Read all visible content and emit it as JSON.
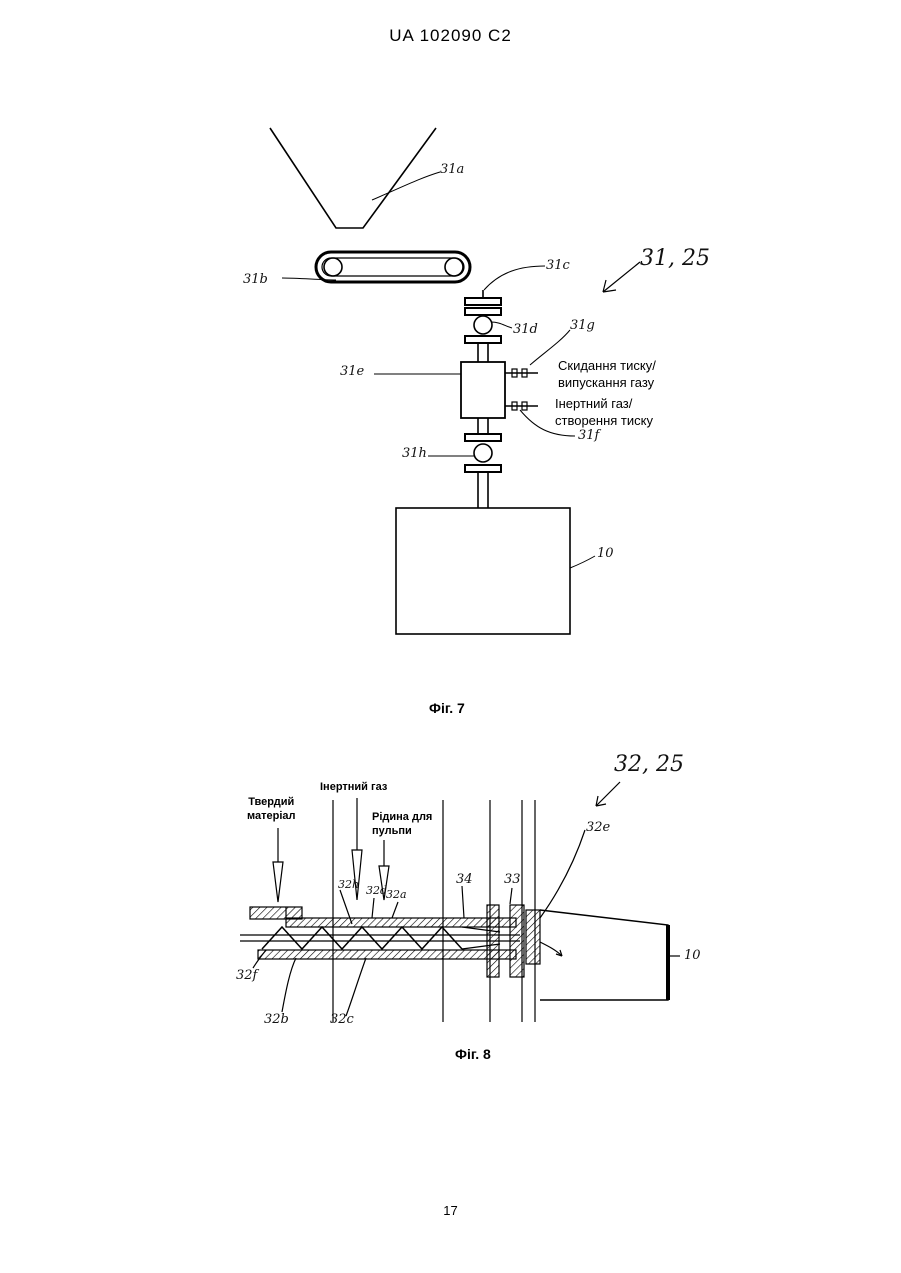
{
  "header": {
    "doc_number": "UA   102090   C2"
  },
  "page_number": "17",
  "fig7": {
    "caption": "Фіг. 7",
    "labels": {
      "ref_31a": "31a",
      "ref_31b": "31b",
      "ref_31c": "31c",
      "ref_31d": "31d",
      "ref_31e": "31e",
      "ref_31f": "31f",
      "ref_31g": "31g",
      "ref_31h": "31h",
      "ref_10": "10",
      "ref_assembly": "31, 25"
    },
    "text": {
      "relief_line1": "Скидання тиску/",
      "relief_line2": "випускання газу",
      "inert_line1": "Інертний газ/",
      "inert_line2": "створення тиску"
    }
  },
  "fig8": {
    "caption": "Фіг. 8",
    "labels": {
      "ref_assembly": "32, 25",
      "ref_32a": "32a",
      "ref_32b": "32b",
      "ref_32c": "32c",
      "ref_32d": "32d",
      "ref_32e": "32e",
      "ref_32f": "32f",
      "ref_32h": "32h",
      "ref_33": "33",
      "ref_34": "34",
      "ref_10": "10"
    },
    "text": {
      "solid_line1": "Твердий",
      "solid_line2": "матеріал",
      "inert_gas": "Інертний газ",
      "liquid_line1": "Рідина для",
      "liquid_line2": "пульпи"
    }
  }
}
